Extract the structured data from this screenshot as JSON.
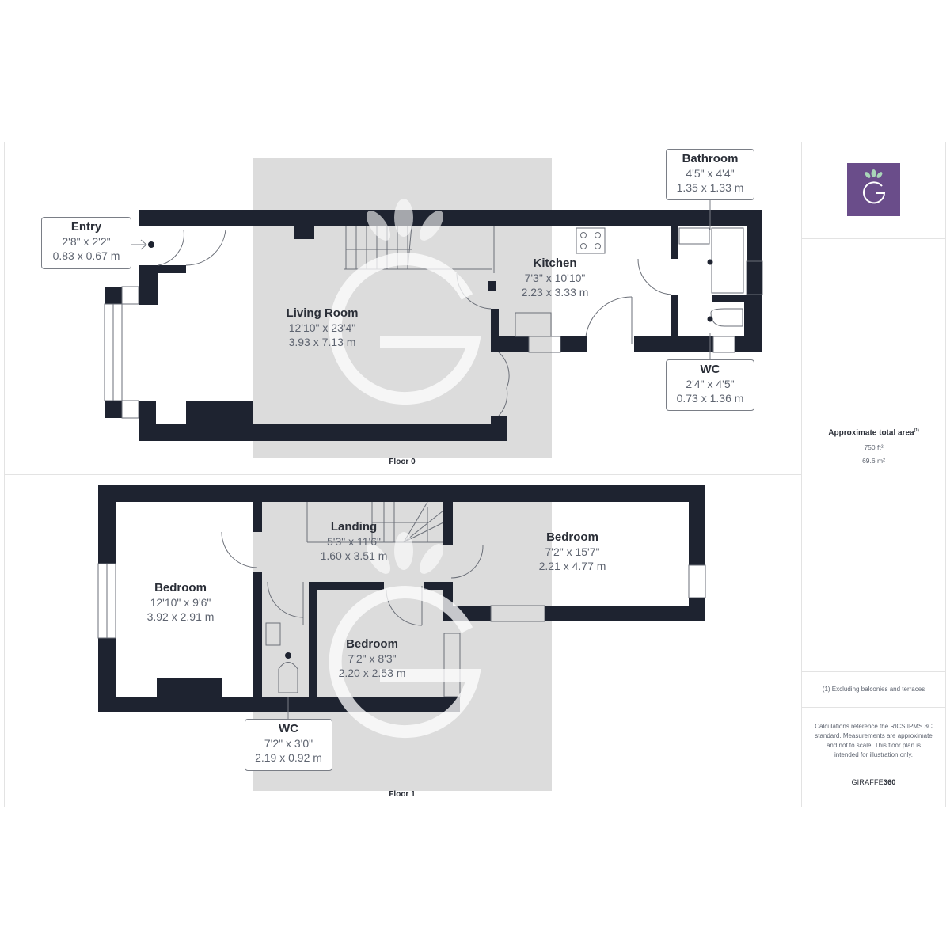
{
  "floors": [
    {
      "caption": "Floor 0",
      "rooms": [
        {
          "name": "Entry",
          "imperial": "2'8\" x 2'2\"",
          "metric": "0.83 x 0.67 m"
        },
        {
          "name": "Living Room",
          "imperial": "12'10\" x 23'4\"",
          "metric": "3.93 x 7.13 m"
        },
        {
          "name": "Kitchen",
          "imperial": "7'3\" x 10'10\"",
          "metric": "2.23 x 3.33 m"
        },
        {
          "name": "Bathroom",
          "imperial": "4'5\" x 4'4\"",
          "metric": "1.35 x 1.33 m"
        },
        {
          "name": "WC",
          "imperial": "2'4\" x 4'5\"",
          "metric": "0.73 x 1.36 m"
        }
      ]
    },
    {
      "caption": "Floor 1",
      "rooms": [
        {
          "name": "Bedroom",
          "imperial": "12'10\" x 9'6\"",
          "metric": "3.92 x 2.91 m"
        },
        {
          "name": "Landing",
          "imperial": "5'3\" x 11'6\"",
          "metric": "1.60 x 3.51 m"
        },
        {
          "name": "Bedroom",
          "imperial": "7'2\" x 15'7\"",
          "metric": "2.21 x 4.77 m"
        },
        {
          "name": "Bedroom",
          "imperial": "7'2\" x 8'3\"",
          "metric": "2.20 x 2.53 m"
        },
        {
          "name": "WC",
          "imperial": "7'2\" x 3'0\"",
          "metric": "2.19 x 0.92 m"
        }
      ]
    }
  ],
  "sidebar": {
    "logo_letter": "G",
    "area_title": "Approximate total area",
    "area_footnote_marker": "(1)",
    "area_imperial": "750 ft²",
    "area_metric": "69.6 m²",
    "footnote": "(1) Excluding balconies and terraces",
    "disclaimer": "Calculations reference the RICS IPMS 3C standard. Measurements are approximate and not to scale. This floor plan is intended for illustration only.",
    "brand_prefix": "GIRAFFE",
    "brand_suffix": "360"
  },
  "colors": {
    "wall": "#1e2330",
    "brand_purple": "#6a4d8a",
    "leaf_green": "#a9d6b8",
    "watermark_bg": "#dcdcdc"
  }
}
